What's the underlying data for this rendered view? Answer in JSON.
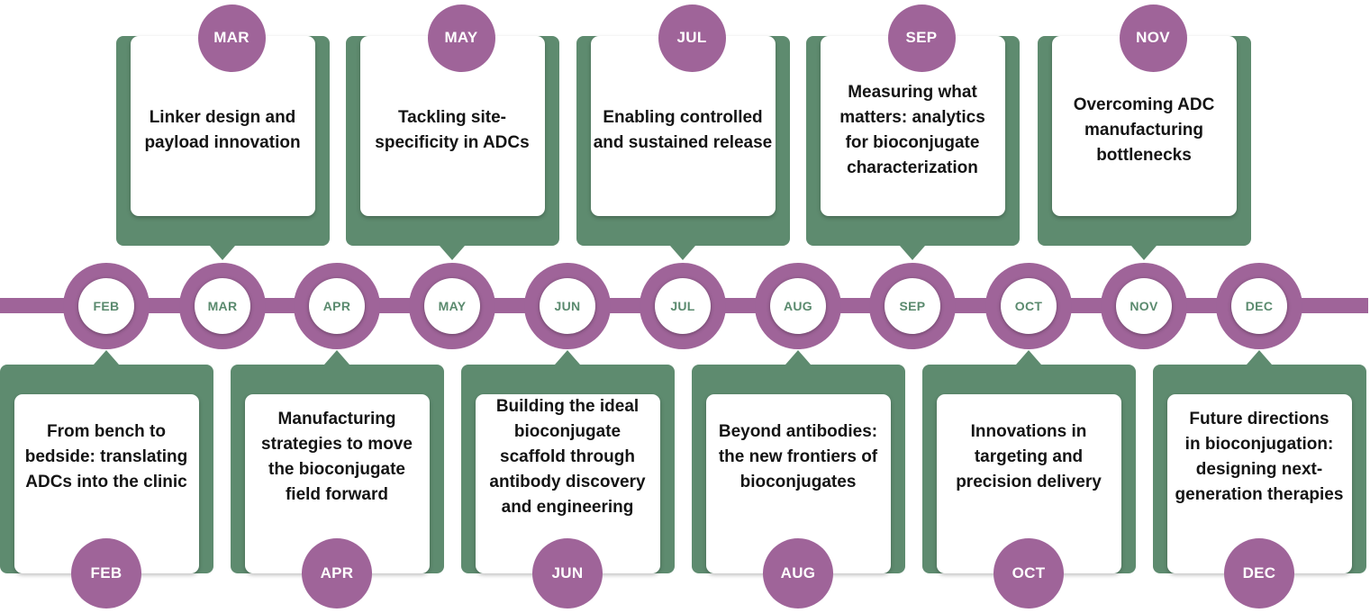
{
  "months": [
    {
      "key": "feb",
      "label": "FEB",
      "position": "below",
      "lines": [
        "From bench to",
        "bedside: translating",
        "ADCs into the clinic"
      ]
    },
    {
      "key": "mar",
      "label": "MAR",
      "position": "above",
      "lines": [
        "Linker design and",
        "payload innovation"
      ]
    },
    {
      "key": "apr",
      "label": "APR",
      "position": "below",
      "lines": [
        "Manufacturing",
        "strategies to move",
        "the bioconjugate",
        "field forward"
      ]
    },
    {
      "key": "may",
      "label": "MAY",
      "position": "above",
      "lines": [
        "Tackling site-",
        "specificity in ADCs"
      ]
    },
    {
      "key": "jun",
      "label": "JUN",
      "position": "below",
      "lines": [
        "Building the ideal",
        "bioconjugate",
        "scaffold through",
        "antibody discovery",
        "and engineering"
      ]
    },
    {
      "key": "jul",
      "label": "JUL",
      "position": "above",
      "lines": [
        "Enabling controlled",
        "and sustained release"
      ]
    },
    {
      "key": "aug",
      "label": "AUG",
      "position": "below",
      "lines": [
        "Beyond antibodies:",
        "the new frontiers of",
        "bioconjugates"
      ]
    },
    {
      "key": "sep",
      "label": "SEP",
      "position": "above",
      "lines": [
        "Measuring what",
        "matters: analytics",
        "for bioconjugate",
        "characterization"
      ]
    },
    {
      "key": "oct",
      "label": "OCT",
      "position": "below",
      "lines": [
        "Innovations in",
        "targeting and",
        "precision delivery"
      ]
    },
    {
      "key": "nov",
      "label": "NOV",
      "position": "above",
      "lines": [
        "Overcoming ADC",
        "manufacturing",
        "bottlenecks"
      ]
    },
    {
      "key": "dec",
      "label": "DEC",
      "position": "below",
      "lines": [
        "Future directions",
        "in bioconjugation:",
        "designing next-",
        "generation therapies"
      ]
    }
  ],
  "colors": {
    "accent": "#9f6499",
    "panel": "#5e8b6f",
    "node_text": "#5a8a6e",
    "card_text": "#141414",
    "background": "#ffffff"
  }
}
